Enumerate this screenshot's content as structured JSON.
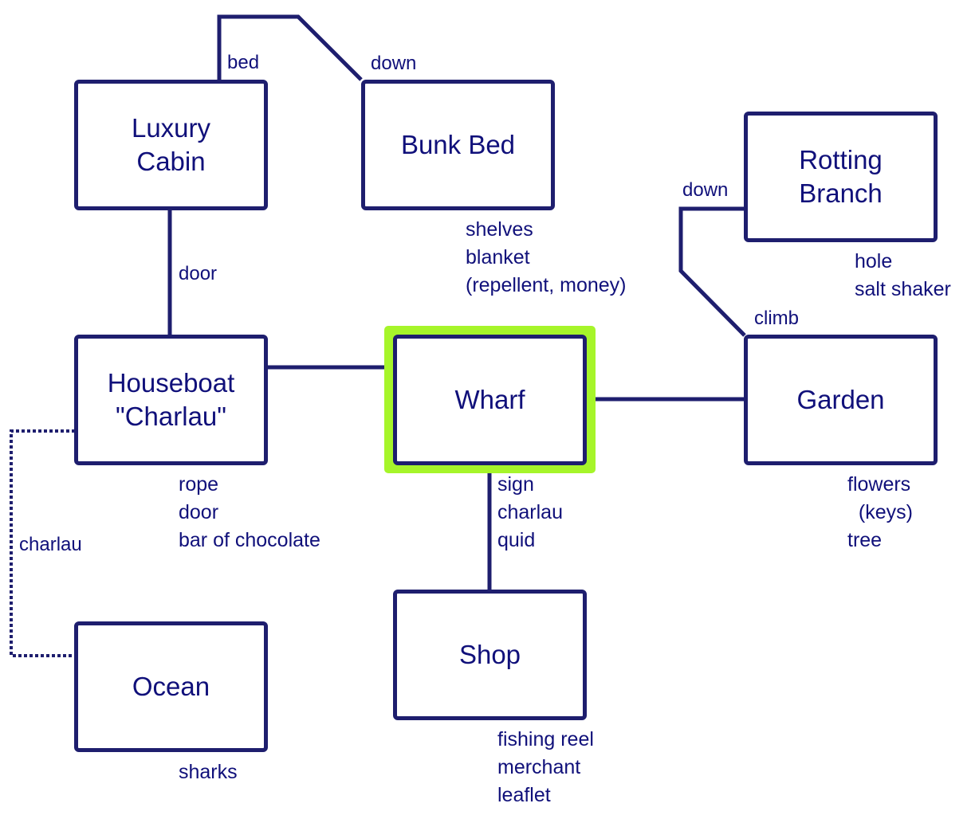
{
  "colors": {
    "line": "#1e1e6e",
    "text": "#10107a",
    "highlight": "#a6f52a"
  },
  "rooms": {
    "luxury_cabin": {
      "name": "Luxury\nCabin",
      "items": []
    },
    "bunk_bed": {
      "name": "Bunk Bed",
      "items": [
        "shelves",
        "blanket",
        "(repellent, money)"
      ]
    },
    "rotting_branch": {
      "name": "Rotting\nBranch",
      "items": [
        "hole",
        "salt shaker"
      ]
    },
    "houseboat": {
      "name": "Houseboat\n\"Charlau\"",
      "items": [
        "rope",
        "door",
        "bar of chocolate"
      ]
    },
    "wharf": {
      "name": "Wharf",
      "current": true,
      "items": [
        "sign",
        "charlau",
        "quid"
      ]
    },
    "garden": {
      "name": "Garden",
      "items": [
        "flowers",
        "  (keys)",
        "tree"
      ]
    },
    "ocean": {
      "name": "Ocean",
      "items": [
        "sharks"
      ]
    },
    "shop": {
      "name": "Shop",
      "items": [
        "fishing reel",
        "merchant",
        "leaflet"
      ]
    }
  },
  "connections": {
    "cabin_bunk_bed": "bed",
    "bunk_cabin_down": "down",
    "cabin_houseboat": "door",
    "branch_down": "down",
    "garden_climb": "climb",
    "houseboat_ocean": "charlau"
  }
}
